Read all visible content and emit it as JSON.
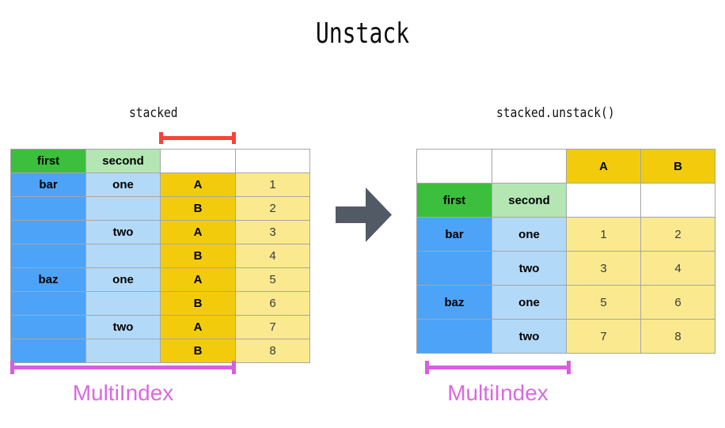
{
  "title": "Unstack",
  "labels": {
    "left_table": "stacked",
    "right_table": "stacked.unstack()",
    "multiindex_left": "MultiIndex",
    "multiindex_right": "MultiIndex"
  },
  "colors": {
    "header_first": "#3cbf3c",
    "header_second": "#b3e6b3",
    "index_level1": "#4da3f7",
    "index_level2": "#b3d9f9",
    "columns_header": "#f2cc0c",
    "values": "#fae98e",
    "arrow": "#525a66",
    "bracket_red": "#f9423a",
    "bracket_purple": "#d65fe0",
    "multiindex_text": "#d96ae0",
    "grid_line": "#a6a6a6"
  },
  "stacked_table": {
    "header": [
      "first",
      "second",
      "",
      ""
    ],
    "rows": [
      [
        "bar",
        "one",
        "A",
        "1"
      ],
      [
        "",
        "",
        "B",
        "2"
      ],
      [
        "",
        "two",
        "A",
        "3"
      ],
      [
        "",
        "",
        "B",
        "4"
      ],
      [
        "baz",
        "one",
        "A",
        "5"
      ],
      [
        "",
        "",
        "B",
        "6"
      ],
      [
        "",
        "two",
        "A",
        "7"
      ],
      [
        "",
        "",
        "B",
        "8"
      ]
    ]
  },
  "unstacked_table": {
    "column_header": [
      "",
      "",
      "A",
      "B"
    ],
    "index_header": [
      "first",
      "second",
      "",
      ""
    ],
    "rows": [
      [
        "bar",
        "one",
        "1",
        "2"
      ],
      [
        "",
        "two",
        "3",
        "4"
      ],
      [
        "baz",
        "one",
        "5",
        "6"
      ],
      [
        "",
        "two",
        "7",
        "8"
      ]
    ]
  },
  "chart_data": {
    "type": "table",
    "title": "Unstack",
    "annotations": [
      "stacked",
      "stacked.unstack()",
      "MultiIndex",
      "MultiIndex"
    ],
    "stacked": {
      "index_names": [
        "first",
        "second"
      ],
      "column_name": "",
      "records": [
        {
          "first": "bar",
          "second": "one",
          "level3": "A",
          "value": 1
        },
        {
          "first": "bar",
          "second": "one",
          "level3": "B",
          "value": 2
        },
        {
          "first": "bar",
          "second": "two",
          "level3": "A",
          "value": 3
        },
        {
          "first": "bar",
          "second": "two",
          "level3": "B",
          "value": 4
        },
        {
          "first": "baz",
          "second": "one",
          "level3": "A",
          "value": 5
        },
        {
          "first": "baz",
          "second": "one",
          "level3": "B",
          "value": 6
        },
        {
          "first": "baz",
          "second": "two",
          "level3": "A",
          "value": 7
        },
        {
          "first": "baz",
          "second": "two",
          "level3": "B",
          "value": 8
        }
      ]
    },
    "unstacked": {
      "index_names": [
        "first",
        "second"
      ],
      "columns": [
        "A",
        "B"
      ],
      "records": [
        {
          "first": "bar",
          "second": "one",
          "A": 1,
          "B": 2
        },
        {
          "first": "bar",
          "second": "two",
          "A": 3,
          "B": 4
        },
        {
          "first": "baz",
          "second": "one",
          "A": 5,
          "B": 6
        },
        {
          "first": "baz",
          "second": "two",
          "A": 7,
          "B": 8
        }
      ]
    }
  }
}
